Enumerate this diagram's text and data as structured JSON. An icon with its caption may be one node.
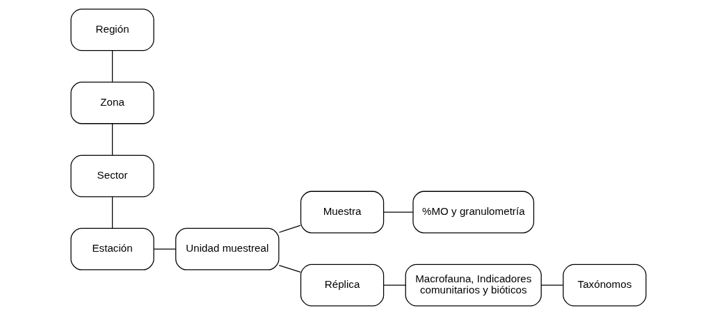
{
  "diagram": {
    "nodes": [
      {
        "text": [
          "Región"
        ]
      },
      {
        "text": [
          "Zona"
        ]
      },
      {
        "text": [
          "Sector"
        ]
      },
      {
        "text": [
          "Estación"
        ]
      },
      {
        "text": [
          "Unidad muestreal"
        ]
      },
      {
        "text": [
          "Muestra"
        ]
      },
      {
        "text": [
          "%MO y granulometría"
        ]
      },
      {
        "text": [
          "Réplica"
        ]
      },
      {
        "text": [
          "Macrofauna, Indicadores comunitarios y bióticos"
        ]
      },
      {
        "text": [
          "Taxónomos"
        ]
      }
    ],
    "edges": [
      {
        "from": 0,
        "to": 1,
        "arrow": "none"
      },
      {
        "from": 1,
        "to": 2,
        "arrow": "none"
      },
      {
        "from": 2,
        "to": 3,
        "arrow": "none"
      },
      {
        "from": 3,
        "to": 4,
        "arrow": "none"
      },
      {
        "from": 4,
        "to": 5,
        "arrow": "none"
      },
      {
        "from": 5,
        "to": 6,
        "arrow": "none"
      },
      {
        "from": 4,
        "to": 7,
        "arrow": "none"
      },
      {
        "from": 7,
        "to": 8,
        "arrow": "none"
      },
      {
        "from": 8,
        "to": 9,
        "arrow": "none"
      }
    ]
  }
}
